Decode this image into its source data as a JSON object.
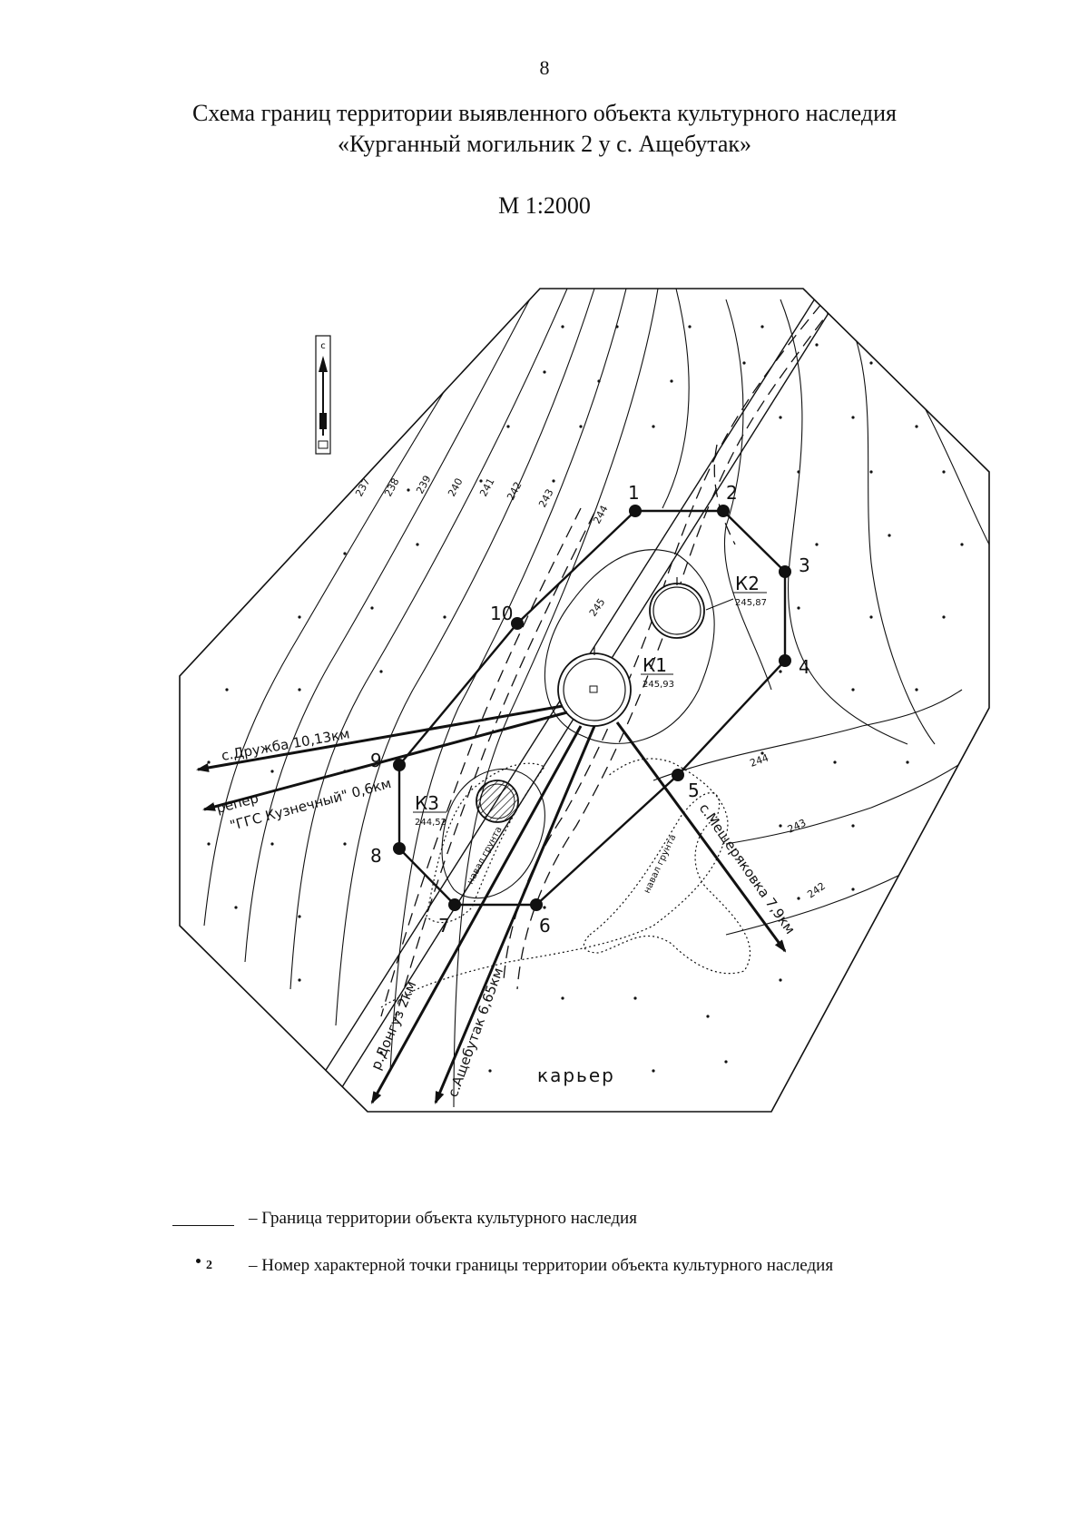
{
  "page_number": "8",
  "title_line1": "Схема границ территории выявленного объекта культурного наследия",
  "title_line2": "«Курганный могильник 2 у с. Ащебутак»",
  "scale": "М 1:2000",
  "north_label": "с",
  "contour_labels": [
    "237",
    "238",
    "239",
    "240",
    "241",
    "242",
    "243",
    "244",
    "245",
    "244",
    "243",
    "242"
  ],
  "boundary_points": [
    "1",
    "2",
    "3",
    "4",
    "5",
    "6",
    "7",
    "8",
    "9",
    "10"
  ],
  "mounds": [
    {
      "name": "К1",
      "elevation": "245,93"
    },
    {
      "name": "К2",
      "elevation": "245,87"
    },
    {
      "name": "К3",
      "elevation": "244,52"
    }
  ],
  "direction_labels": {
    "druzhba": "с.Дружба 10,13км",
    "reper": "репер",
    "ggs": "\"ГГС Кузнечный\" 0,6км",
    "meshcheryakovka": "с.Мещеряковка 7,9км",
    "dongyz": "р.Донгуз 2км",
    "ashchebutak": "с.Ащебутак 6,65км"
  },
  "area_labels": {
    "kariyer": "карьер",
    "soil_rampart_1": "навал грунта",
    "soil_rampart_2": "навал грунта"
  },
  "legend": {
    "boundary_text": "– Граница территории объекта культурного наследия",
    "point_symbol": "2",
    "point_text": "– Номер характерной точки границы территории объекта культурного наследия"
  }
}
